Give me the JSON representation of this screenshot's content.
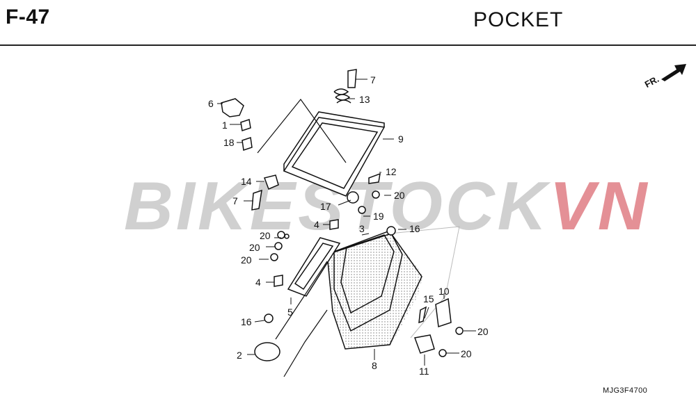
{
  "header": {
    "code": "F-47",
    "title": "POCKET"
  },
  "watermark": {
    "part1": "BIKESTOCK",
    "part2": "VN"
  },
  "direction": {
    "label": "FR."
  },
  "callouts": [
    {
      "id": "c7a",
      "text": "7"
    },
    {
      "id": "c13",
      "text": "13"
    },
    {
      "id": "c6",
      "text": "6"
    },
    {
      "id": "c1",
      "text": "1"
    },
    {
      "id": "c18",
      "text": "18"
    },
    {
      "id": "c9",
      "text": "9"
    },
    {
      "id": "c12",
      "text": "12"
    },
    {
      "id": "c14",
      "text": "14"
    },
    {
      "id": "c20a",
      "text": "20"
    },
    {
      "id": "c7b",
      "text": "7"
    },
    {
      "id": "c17",
      "text": "17"
    },
    {
      "id": "c19",
      "text": "19"
    },
    {
      "id": "c4a",
      "text": "4"
    },
    {
      "id": "c3",
      "text": "3"
    },
    {
      "id": "c16a",
      "text": "16"
    },
    {
      "id": "c20b",
      "text": "20"
    },
    {
      "id": "c20c",
      "text": "20"
    },
    {
      "id": "c20d",
      "text": "20"
    },
    {
      "id": "c4b",
      "text": "4"
    },
    {
      "id": "c5",
      "text": "5"
    },
    {
      "id": "c15",
      "text": "15"
    },
    {
      "id": "c10",
      "text": "10"
    },
    {
      "id": "c16b",
      "text": "16"
    },
    {
      "id": "c20e",
      "text": "20"
    },
    {
      "id": "c2",
      "text": "2"
    },
    {
      "id": "c8",
      "text": "8"
    },
    {
      "id": "c20f",
      "text": "20"
    },
    {
      "id": "c11",
      "text": "11"
    }
  ],
  "diagram_code": "MJG3F4700"
}
